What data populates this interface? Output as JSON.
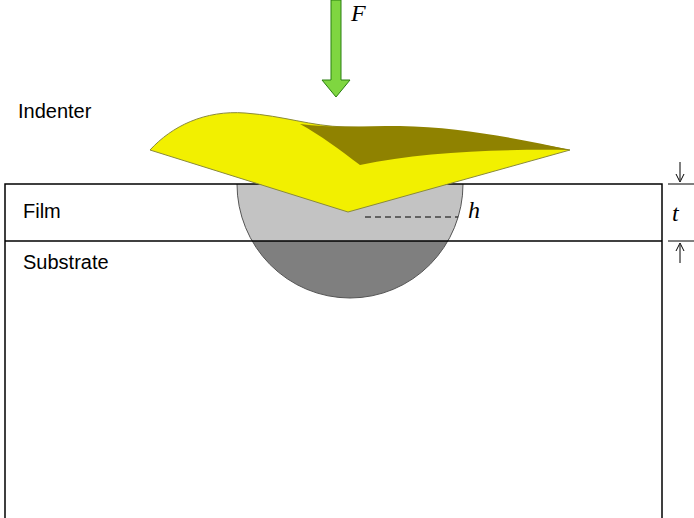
{
  "diagram": {
    "nodes": [
      {
        "text": [
          "Film"
        ]
      },
      {
        "text": [
          "Substrate"
        ]
      }
    ],
    "labels": [
      "F",
      "Indenter",
      "h",
      "t"
    ]
  }
}
